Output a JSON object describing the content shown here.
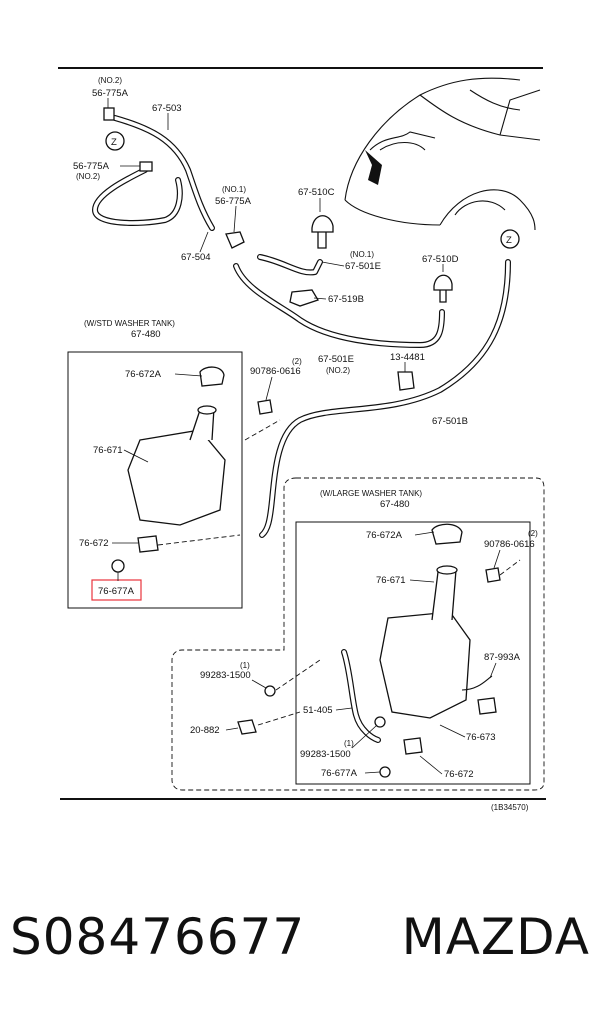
{
  "labels": {
    "no2_top": "(NO.2)",
    "p56775a_top": "56-775A",
    "p67503": "67-503",
    "p56775a_left": "56-775A",
    "no2_left": "(NO.2)",
    "p67504": "67-504",
    "no1_mid": "(NO.1)",
    "p56775a_mid": "56-775A",
    "p67510c": "67-510C",
    "no1_right": "(NO.1)",
    "p67501e_top": "67-501E",
    "p67510d": "67-510D",
    "p67519b": "67-519B",
    "p67501e_bottom": "67-501E",
    "no2_bottom": "(NO.2)",
    "p134481": "13-4481",
    "p67501b": "67-501B",
    "z_marker": "Z",
    "std_tank_title": "(W/STD WASHER TANK)",
    "std_tank_number": "67-480",
    "std_76672a": "76-672A",
    "std_76671": "76-671",
    "std_76672": "76-672",
    "std_76677a": "76-677A",
    "std_90786": "90786-0616",
    "std_90786_qty": "(2)",
    "large_tank_title": "(W/LARGE WASHER TANK)",
    "large_tank_number": "67-480",
    "large_76672a": "76-672A",
    "large_76671": "76-671",
    "large_90786": "90786-0616",
    "large_90786_qty": "(2)",
    "large_87993a": "87-993A",
    "large_76673": "76-673",
    "large_76672": "76-672",
    "large_76677a": "76-677A",
    "p99283_top": "99283-1500",
    "p99283_top_qty": "(1)",
    "p51405": "51-405",
    "p20882": "20-882",
    "p99283_bottom": "99283-1500",
    "p99283_bottom_qty": "(1)",
    "diagram_code": "(1B34570)"
  },
  "footer": {
    "part_number": "S08476677",
    "brand": "MAZDA"
  },
  "colors": {
    "highlight": "#e8343c",
    "ink": "#111111"
  }
}
